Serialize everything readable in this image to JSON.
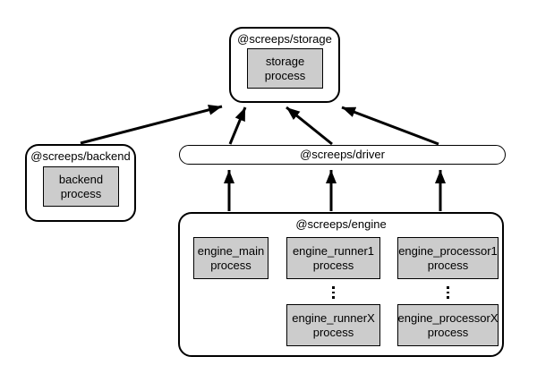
{
  "colors": {
    "background": "#ffffff",
    "node_fill": "#ffffff",
    "node_border": "#000000",
    "process_fill": "#cccccc",
    "process_border": "#000000",
    "arrow": "#000000",
    "text": "#000000"
  },
  "nodes": {
    "storage": {
      "label": "@screeps/storage",
      "process": "storage\nprocess"
    },
    "backend": {
      "label": "@screeps/backend",
      "process": "backend\nprocess"
    },
    "driver": {
      "label": "@screeps/driver"
    },
    "engine": {
      "label": "@screeps/engine",
      "processes": {
        "main": "engine_main\nprocess",
        "runner1": "engine_runner1\nprocess",
        "runnerX": "engine_runnerX\nprocess",
        "processor1": "engine_processor1\nprocess",
        "processorX": "engine_processorX\nprocess"
      }
    }
  }
}
